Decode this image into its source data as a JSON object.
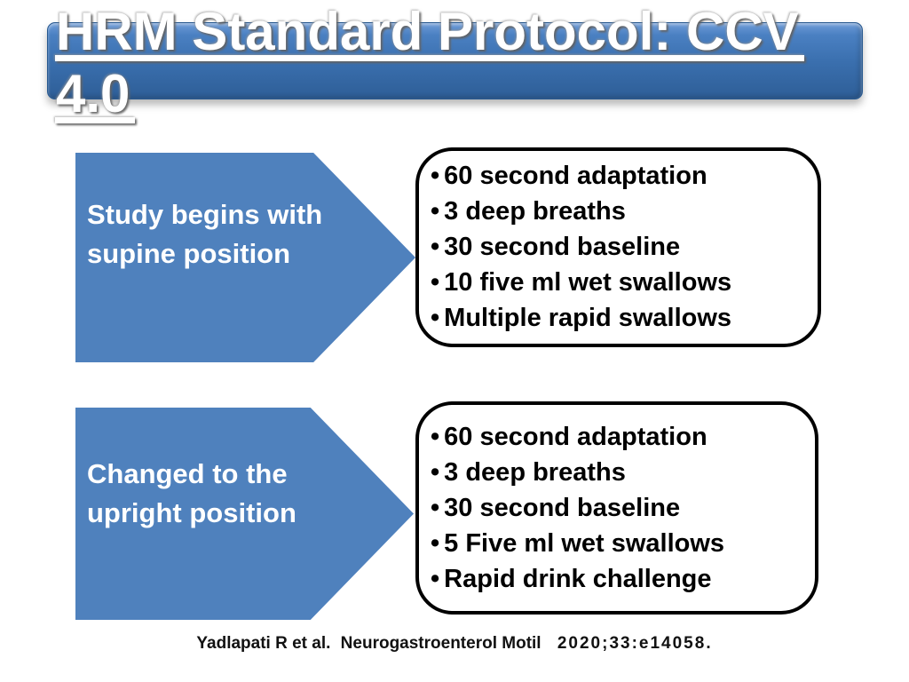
{
  "slide": {
    "title": {
      "line1": "HRM Standard Protocol: CCV",
      "line2": "4.0"
    },
    "bullet_char": "•",
    "steps": [
      {
        "arrow_label": "Study begins with supine position",
        "bullets": [
          "60 second adaptation",
          "3 deep breaths",
          "30 second baseline",
          "10 five ml wet swallows",
          "Multiple rapid swallows"
        ]
      },
      {
        "arrow_label": "Changed to the upright position",
        "bullets": [
          "60 second adaptation",
          "3 deep breaths",
          "30 second baseline",
          "5 Five ml wet swallows",
          "Rapid drink challenge"
        ]
      }
    ],
    "citation": {
      "authors": "Yadlapati R et al.",
      "journal": "Neurogastroenterol Motil",
      "reference": "2020;33:e14058."
    },
    "colors": {
      "shape_blue": "#4f81bd",
      "title_bar_top": "#6e9cd8",
      "title_bar_bottom": "#2e5e97",
      "title_text": "#ffffff",
      "box_border": "#000000",
      "body_text": "#000000",
      "background": "#ffffff"
    }
  }
}
